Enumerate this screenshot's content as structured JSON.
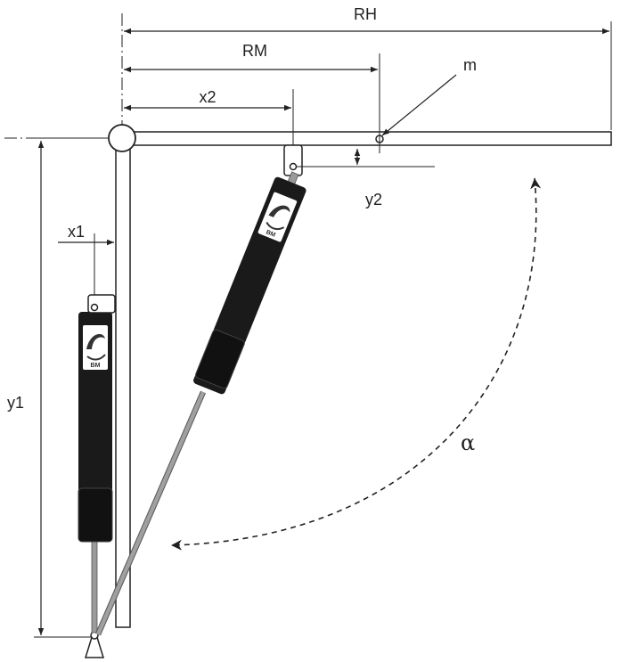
{
  "labels": {
    "rh": "RH",
    "rm": "RM",
    "x2": "x2",
    "m": "m",
    "y2": "y2",
    "x1": "x1",
    "y1": "y1",
    "alpha": "α"
  },
  "logo": {
    "text": "BM"
  },
  "colors": {
    "line": "#222222",
    "spring_body": "#1a1a1a",
    "rod": "#999999",
    "background": "#ffffff"
  }
}
